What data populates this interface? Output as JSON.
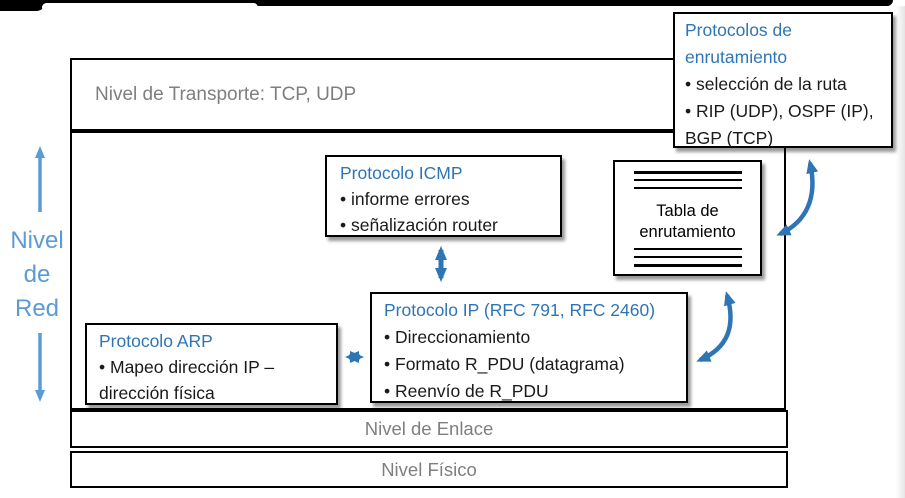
{
  "slide": {
    "transport_label": "Nivel de Transporte: TCP, UDP",
    "network_label_lines": [
      "Nivel",
      "de",
      "Red"
    ],
    "link_label": "Nivel de Enlace",
    "physical_label": "Nivel Físico"
  },
  "boxes": {
    "icmp": {
      "title": "Protocolo ICMP",
      "bullets": [
        "informe errores",
        "señalización router"
      ]
    },
    "routing": {
      "title": "Protocolos de enrutamiento",
      "bullets": [
        "selección de la ruta",
        "RIP (UDP), OSPF (IP), BGP (TCP)"
      ]
    },
    "routing_table": {
      "label": "Tabla de enrutamiento"
    },
    "ip": {
      "title": "Protocolo IP (RFC 791, RFC 2460)",
      "bullets": [
        "Direccionamiento",
        "Formato R_PDU (datagrama)",
        "Reenvío de R_PDU"
      ]
    },
    "arp": {
      "title": "Protocolo ARP",
      "bullets": [
        "Mapeo dirección IP – dirección física"
      ]
    }
  },
  "colors": {
    "title_blue": "#2E75B6",
    "label_blue": "#5B9BD5",
    "muted_gray": "#7F7F7F",
    "arrow_blue": "#2E75B6",
    "border_black": "#000000"
  }
}
